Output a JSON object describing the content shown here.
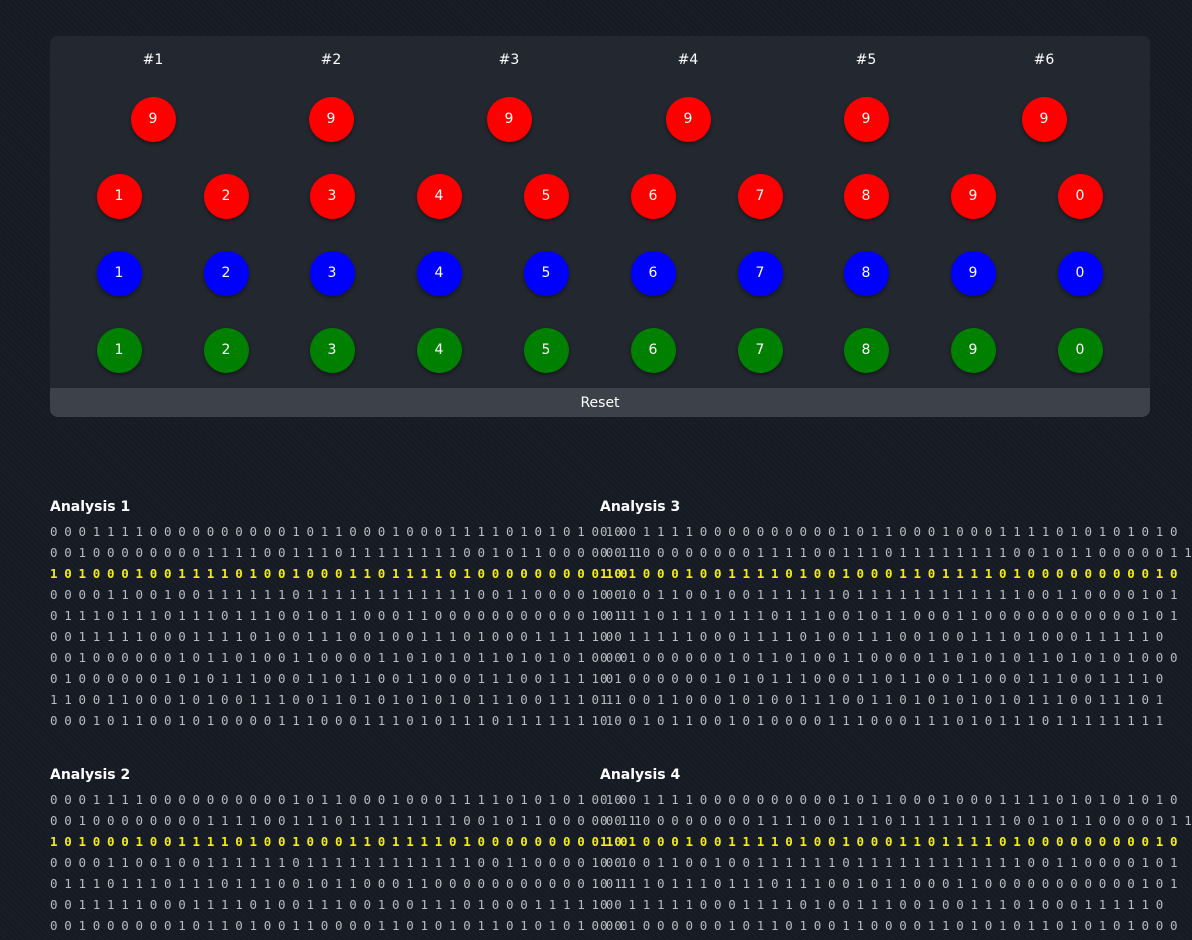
{
  "columns": [
    "#1",
    "#2",
    "#3",
    "#4",
    "#5",
    "#6"
  ],
  "selected_values": [
    "9",
    "9",
    "9",
    "9",
    "9",
    "9"
  ],
  "digits": [
    "1",
    "2",
    "3",
    "4",
    "5",
    "6",
    "7",
    "8",
    "9",
    "0"
  ],
  "colors": {
    "red": "#ff0000",
    "blue": "#0000ff",
    "green": "#008000",
    "yellow": "#f3ec1a"
  },
  "reset_label": "Reset",
  "analyses": [
    {
      "title": "Analysis 1",
      "lines": [
        "0 0 0 1 1 1 1 0 0 0 0 0 0 0 0 0 0 1 0 1 1 0 0 0 1 0 0 0 1 1 1 1 0 1 0 1 0 1 0 1 0",
        "0 0 1 0 0 0 0 0 0 0 0 1 1 1 1 0 0 1 1 1 0 1 1 1 1 1 1 1 1 0 0 1 0 1 1 0 0 0 0 0 1 1",
        "1 0 1 0 0 0 1 0 0 1 1 1 1 0 1 0 0 1 0 0 0 1 1 0 1 1 1 1 0 1 0 0 0 0 0 0 0 0 0 1 0",
        "0 0 0 0 1 1 0 0 1 0 0 1 1 1 1 1 1 0 1 1 1 1 1 1 1 1 1 1 1 1 0 0 1 1 0 0 0 0 1 0 1",
        "0 1 1 1 0 1 1 1 0 1 1 1 0 1 1 1 0 0 1 0 1 1 0 0 0 1 1 0 0 0 0 0 0 0 0 0 0 0 1 0 1",
        "0 0 1 1 1 1 1 0 0 0 1 1 1 1 0 1 0 0 1 1 1 0 0 1 0 0 1 1 1 0 1 0 0 0 1 1 1 1 1 0",
        "0 0 1 0 0 0 0 0 0 1 0 1 1 0 1 0 0 1 1 0 0 0 0 1 1 0 1 0 1 0 1 1 0 1 0 1 0 1 0 0 0",
        "0 1 0 0 0 0 0 0 1 0 1 0 1 1 1 0 0 0 1 1 0 1 1 0 0 1 1 0 0 0 1 1 1 0 0 1 1 1 1 0",
        "1 1 0 0 1 1 0 0 0 1 0 1 0 0 1 1 1 0 0 1 1 0 1 0 1 0 1 0 1 0 1 1 1 0 0 1 1 1 0 1",
        "0 0 0 1 0 1 1 0 0 1 0 1 0 0 0 0 1 1 1 0 0 0 1 1 1 0 1 0 1 1 1 0 1 1 1 1 1 1 1 1"
      ]
    },
    {
      "title": "Analysis 2",
      "lines": [
        "0 0 0 1 1 1 1 0 0 0 0 0 0 0 0 0 0 1 0 1 1 0 0 0 1 0 0 0 1 1 1 1 0 1 0 1 0 1 0 1 0",
        "0 0 1 0 0 0 0 0 0 0 0 1 1 1 1 0 0 1 1 1 0 1 1 1 1 1 1 1 1 0 0 1 0 1 1 0 0 0 0 0 1 1",
        "1 0 1 0 0 0 1 0 0 1 1 1 1 0 1 0 0 1 0 0 0 1 1 0 1 1 1 1 0 1 0 0 0 0 0 0 0 0 0 1 0",
        "0 0 0 0 1 1 0 0 1 0 0 1 1 1 1 1 1 0 1 1 1 1 1 1 1 1 1 1 1 1 0 0 1 1 0 0 0 0 1 0 1",
        "0 1 1 1 0 1 1 1 0 1 1 1 0 1 1 1 0 0 1 0 1 1 0 0 0 1 1 0 0 0 0 0 0 0 0 0 0 0 1 0 1",
        "0 0 1 1 1 1 1 0 0 0 1 1 1 1 0 1 0 0 1 1 1 0 0 1 0 0 1 1 1 0 1 0 0 0 1 1 1 1 1 0",
        "0 0 1 0 0 0 0 0 0 1 0 1 1 0 1 0 0 1 1 0 0 0 0 1 1 0 1 0 1 0 1 1 0 1 0 1 0 1 0 0 0"
      ]
    },
    {
      "title": "Analysis 3",
      "lines": [
        "0 0 0 1 1 1 1 0 0 0 0 0 0 0 0 0 0 1 0 1 1 0 0 0 1 0 0 0 1 1 1 1 0 1 0 1 0 1 0 1 0",
        "0 0 1 0 0 0 0 0 0 0 0 1 1 1 1 0 0 1 1 1 0 1 1 1 1 1 1 1 1 0 0 1 0 1 1 0 0 0 0 0 1 1",
        "1 0 1 0 0 0 1 0 0 1 1 1 1 0 1 0 0 1 0 0 0 1 1 0 1 1 1 1 0 1 0 0 0 0 0 0 0 0 0 1 0",
        "0 0 0 0 1 1 0 0 1 0 0 1 1 1 1 1 1 0 1 1 1 1 1 1 1 1 1 1 1 1 0 0 1 1 0 0 0 0 1 0 1",
        "0 1 1 1 0 1 1 1 0 1 1 1 0 1 1 1 0 0 1 0 1 1 0 0 0 1 1 0 0 0 0 0 0 0 0 0 0 0 1 0 1",
        "0 0 1 1 1 1 1 0 0 0 1 1 1 1 0 1 0 0 1 1 1 0 0 1 0 0 1 1 1 0 1 0 0 0 1 1 1 1 1 0",
        "0 0 1 0 0 0 0 0 0 1 0 1 1 0 1 0 0 1 1 0 0 0 0 1 1 0 1 0 1 0 1 1 0 1 0 1 0 1 0 0 0",
        "0 1 0 0 0 0 0 0 1 0 1 0 1 1 1 0 0 0 1 1 0 1 1 0 0 1 1 0 0 0 1 1 1 0 0 1 1 1 1 0",
        "1 1 0 0 1 1 0 0 0 1 0 1 0 0 1 1 1 0 0 1 1 0 1 0 1 0 1 0 1 0 1 1 1 0 0 1 1 1 0 1",
        "0 0 0 1 0 1 1 0 0 1 0 1 0 0 0 0 1 1 1 0 0 0 1 1 1 0 1 0 1 1 1 0 1 1 1 1 1 1 1 1"
      ]
    },
    {
      "title": "Analysis 4",
      "lines": [
        "0 0 0 1 1 1 1 0 0 0 0 0 0 0 0 0 0 1 0 1 1 0 0 0 1 0 0 0 1 1 1 1 0 1 0 1 0 1 0 1 0",
        "0 0 1 0 0 0 0 0 0 0 0 1 1 1 1 0 0 1 1 1 0 1 1 1 1 1 1 1 1 0 0 1 0 1 1 0 0 0 0 0 1 1",
        "1 0 1 0 0 0 1 0 0 1 1 1 1 0 1 0 0 1 0 0 0 1 1 0 1 1 1 1 0 1 0 0 0 0 0 0 0 0 0 1 0",
        "0 0 0 0 1 1 0 0 1 0 0 1 1 1 1 1 1 0 1 1 1 1 1 1 1 1 1 1 1 1 0 0 1 1 0 0 0 0 1 0 1",
        "0 1 1 1 0 1 1 1 0 1 1 1 0 1 1 1 0 0 1 0 1 1 0 0 0 1 1 0 0 0 0 0 0 0 0 0 0 0 1 0 1",
        "0 0 1 1 1 1 1 0 0 0 1 1 1 1 0 1 0 0 1 1 1 0 0 1 0 0 1 1 1 0 1 0 0 0 1 1 1 1 1 0",
        "0 0 1 0 0 0 0 0 0 1 0 1 1 0 1 0 0 1 1 0 0 0 0 1 1 0 1 0 1 0 1 1 0 1 0 1 0 1 0 0 0"
      ]
    }
  ],
  "highlight_line_index": 2
}
